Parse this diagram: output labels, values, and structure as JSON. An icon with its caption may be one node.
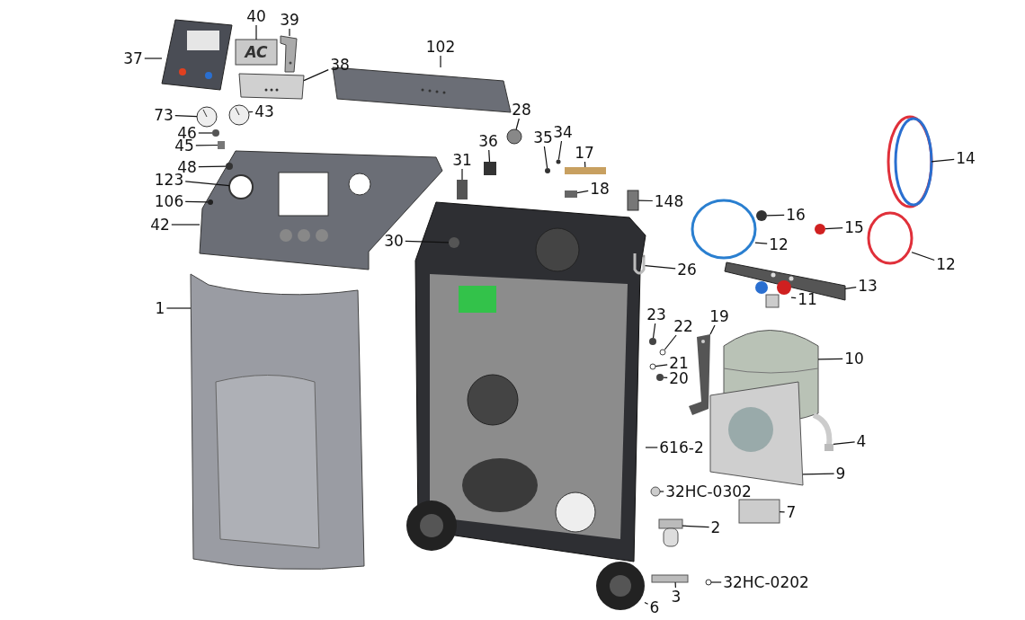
{
  "diagram": {
    "nodes": [
      {
        "text": [
          "37"
        ]
      },
      {
        "text": [
          "40"
        ]
      },
      {
        "text": [
          "39"
        ]
      },
      {
        "text": [
          "38"
        ]
      },
      {
        "text": [
          "102"
        ]
      },
      {
        "text": [
          "43"
        ]
      },
      {
        "text": [
          "73"
        ]
      },
      {
        "text": [
          "46"
        ]
      },
      {
        "text": [
          "45"
        ]
      },
      {
        "text": [
          "48"
        ]
      },
      {
        "text": [
          "123"
        ]
      },
      {
        "text": [
          "106"
        ]
      },
      {
        "text": [
          "42"
        ]
      },
      {
        "text": [
          "1"
        ]
      },
      {
        "text": [
          "28"
        ]
      },
      {
        "text": [
          "36"
        ]
      },
      {
        "text": [
          "35"
        ]
      },
      {
        "text": [
          "34"
        ]
      },
      {
        "text": [
          "17"
        ]
      },
      {
        "text": [
          "31"
        ]
      },
      {
        "text": [
          "18"
        ]
      },
      {
        "text": [
          "148"
        ]
      },
      {
        "text": [
          "30"
        ]
      },
      {
        "text": [
          "26"
        ]
      },
      {
        "text": [
          "14"
        ]
      },
      {
        "text": [
          "16"
        ]
      },
      {
        "text": [
          "15"
        ]
      },
      {
        "text": [
          "12"
        ]
      },
      {
        "text": [
          "12"
        ]
      },
      {
        "text": [
          "13"
        ]
      },
      {
        "text": [
          "11"
        ]
      },
      {
        "text": [
          "23"
        ]
      },
      {
        "text": [
          "22"
        ]
      },
      {
        "text": [
          "19"
        ]
      },
      {
        "text": [
          "21"
        ]
      },
      {
        "text": [
          "20"
        ]
      },
      {
        "text": [
          "10"
        ]
      },
      {
        "text": [
          "4"
        ]
      },
      {
        "text": [
          "9"
        ]
      },
      {
        "text": [
          "616-2"
        ]
      },
      {
        "text": [
          "32HC-0302"
        ]
      },
      {
        "text": [
          "7"
        ]
      },
      {
        "text": [
          "2"
        ]
      },
      {
        "text": [
          "3"
        ]
      },
      {
        "text": [
          "32HC-0202"
        ]
      },
      {
        "text": [
          "6"
        ]
      },
      {
        "text": [],
        "shape": "picture"
      },
      {
        "text": [],
        "shape": "picture"
      },
      {
        "text": [],
        "shape": "picture"
      },
      {
        "text": [],
        "shape": "box"
      },
      {
        "text": [],
        "shape": "picture"
      },
      {
        "text": [],
        "shape": "picture"
      },
      {
        "text": [],
        "shape": "picture"
      },
      {
        "text": [],
        "shape": "picture"
      },
      {
        "text": [],
        "shape": "picture"
      },
      {
        "text": [],
        "shape": "circle"
      },
      {
        "text": [],
        "shape": "box"
      },
      {
        "text": [],
        "shape": "circle",
        "in": 46
      },
      {
        "text": [],
        "shape": "circle",
        "in": 46
      },
      {
        "text": [],
        "shape": "circle",
        "in": 46
      },
      {
        "text": [],
        "shape": "picture"
      },
      {
        "text": [],
        "shape": "circle"
      },
      {
        "text": [],
        "shape": "box"
      },
      {
        "text": [],
        "shape": "circle"
      },
      {
        "text": [],
        "shape": "circle"
      },
      {
        "text": [],
        "shape": "box"
      },
      {
        "text": [],
        "shape": "box"
      },
      {
        "text": [],
        "shape": "box"
      },
      {
        "text": [],
        "shape": "box"
      },
      {
        "text": [],
        "shape": "circle",
        "in": 47
      },
      {
        "text": [],
        "shape": "picture",
        "in": 47
      },
      {
        "text": [],
        "shape": "picture"
      },
      {
        "text": [],
        "shape": "circle"
      },
      {
        "text": [],
        "shape": "circle"
      },
      {
        "text": [],
        "shape": "circle"
      },
      {
        "text": [],
        "shape": "circle"
      },
      {
        "text": [],
        "shape": "picture"
      },
      {
        "text": [],
        "shape": "picture"
      },
      {
        "text": [],
        "shape": "circle"
      },
      {
        "text": [],
        "shape": "circle"
      },
      {
        "text": [],
        "shape": "picture"
      },
      {
        "text": [],
        "shape": "circle"
      },
      {
        "text": [],
        "shape": "circle"
      },
      {
        "text": [],
        "shape": "picture"
      },
      {
        "text": [],
        "shape": "picture"
      },
      {
        "text": [],
        "shape": "picture"
      },
      {
        "text": [],
        "shape": "circle"
      },
      {
        "text": [],
        "shape": "box"
      },
      {
        "text": [],
        "shape": "picture"
      },
      {
        "text": [],
        "shape": "box"
      },
      {
        "text": [],
        "shape": "circle"
      },
      {
        "text": [],
        "shape": "picture"
      }
    ],
    "edges": [
      {
        "from": 0,
        "to": 48,
        "arrow": "none"
      },
      {
        "from": 1,
        "to": 49,
        "arrow": "none"
      },
      {
        "from": 2,
        "to": 50,
        "arrow": "none"
      },
      {
        "from": 3,
        "to": 51,
        "arrow": "none"
      },
      {
        "from": 4,
        "to": 52,
        "arrow": "none"
      },
      {
        "from": 5,
        "to": 53,
        "arrow": "none"
      },
      {
        "from": 6,
        "to": 54,
        "arrow": "none"
      },
      {
        "from": 7,
        "to": 55,
        "arrow": "none"
      },
      {
        "from": 8,
        "to": 56,
        "arrow": "none"
      },
      {
        "from": 9,
        "to": 57,
        "arrow": "none"
      },
      {
        "from": 10,
        "to": 58,
        "arrow": "none"
      },
      {
        "from": 11,
        "to": 59,
        "arrow": "none"
      },
      {
        "from": 12,
        "to": 46,
        "arrow": "none"
      },
      {
        "from": 13,
        "to": 60,
        "arrow": "none"
      },
      {
        "from": 14,
        "to": 61,
        "arrow": "none"
      },
      {
        "from": 15,
        "to": 62,
        "arrow": "none"
      },
      {
        "from": 16,
        "to": 63,
        "arrow": "none"
      },
      {
        "from": 17,
        "to": 64,
        "arrow": "none"
      },
      {
        "from": 18,
        "to": 65,
        "arrow": "none"
      },
      {
        "from": 19,
        "to": 66,
        "arrow": "none"
      },
      {
        "from": 20,
        "to": 67,
        "arrow": "none"
      },
      {
        "from": 21,
        "to": 68,
        "arrow": "none"
      },
      {
        "from": 22,
        "to": 69,
        "arrow": "none"
      },
      {
        "from": 23,
        "to": 70,
        "arrow": "none"
      },
      {
        "from": 24,
        "to": 71,
        "arrow": "none"
      },
      {
        "from": 25,
        "to": 72,
        "arrow": "none"
      },
      {
        "from": 26,
        "to": 73,
        "arrow": "none"
      },
      {
        "from": 27,
        "to": 74,
        "arrow": "none"
      },
      {
        "from": 28,
        "to": 75,
        "arrow": "none"
      },
      {
        "from": 29,
        "to": 76,
        "arrow": "none"
      },
      {
        "from": 30,
        "to": 77,
        "arrow": "none"
      },
      {
        "from": 31,
        "to": 78,
        "arrow": "none"
      },
      {
        "from": 32,
        "to": 79,
        "arrow": "none"
      },
      {
        "from": 33,
        "to": 80,
        "arrow": "none"
      },
      {
        "from": 34,
        "to": 81,
        "arrow": "none"
      },
      {
        "from": 35,
        "to": 82,
        "arrow": "none"
      },
      {
        "from": 36,
        "to": 83,
        "arrow": "none"
      },
      {
        "from": 37,
        "to": 84,
        "arrow": "none"
      },
      {
        "from": 38,
        "to": 85,
        "arrow": "none"
      },
      {
        "from": 39,
        "to": 47,
        "arrow": "none"
      },
      {
        "from": 40,
        "to": 86,
        "arrow": "none"
      },
      {
        "from": 41,
        "to": 87,
        "arrow": "none"
      },
      {
        "from": 42,
        "to": 88,
        "arrow": "none"
      },
      {
        "from": 43,
        "to": 89,
        "arrow": "none"
      },
      {
        "from": 44,
        "to": 90,
        "arrow": "none"
      },
      {
        "from": 45,
        "to": 91,
        "arrow": "none"
      }
    ],
    "labels": [
      "AC"
    ]
  }
}
